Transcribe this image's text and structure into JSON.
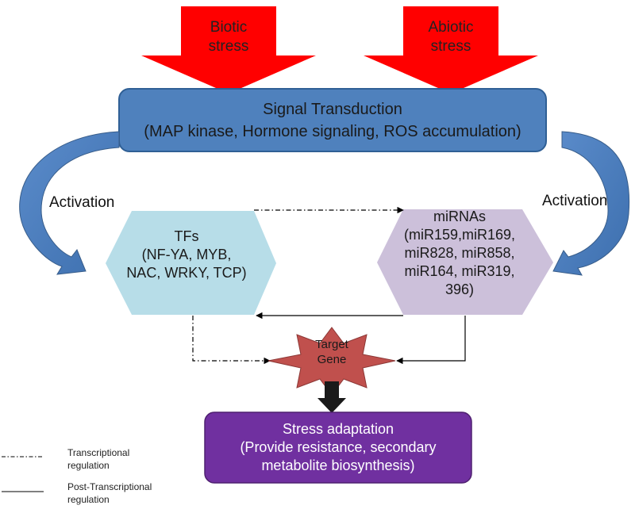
{
  "stresses": {
    "biotic": "Biotic\nstress",
    "abiotic": "Abiotic\nstress"
  },
  "signal_transduction": "Signal Transduction\n(MAP kinase, Hormone signaling, ROS accumulation)",
  "activation_left": "Activation",
  "activation_right": "Activation",
  "tfs": "TFs\n(NF-YA, MYB,\nNAC, WRKY, TCP)",
  "mirnas": "miRNAs\n(miR159,miR169,\nmiR828, miR858,\nmiR164, miR319,\n396)",
  "target_gene": "Target\nGene",
  "stress_adaptation": "Stress adaptation\n(Provide resistance, secondary\nmetabolite biosynthesis)",
  "legend": {
    "transcriptional": "Transcriptional\nregulation",
    "post_transcriptional": "Post-Transcriptional\nregulation"
  },
  "colors": {
    "stress_arrow": "#ff0000",
    "signal_box": "#4f81bd",
    "activation_arrow": "#4a7ebb",
    "tf_hexagon": "#b7dde8",
    "mirna_hexagon": "#ccc0da",
    "target_star": "#c0504d",
    "stress_box": "#7030a0"
  }
}
